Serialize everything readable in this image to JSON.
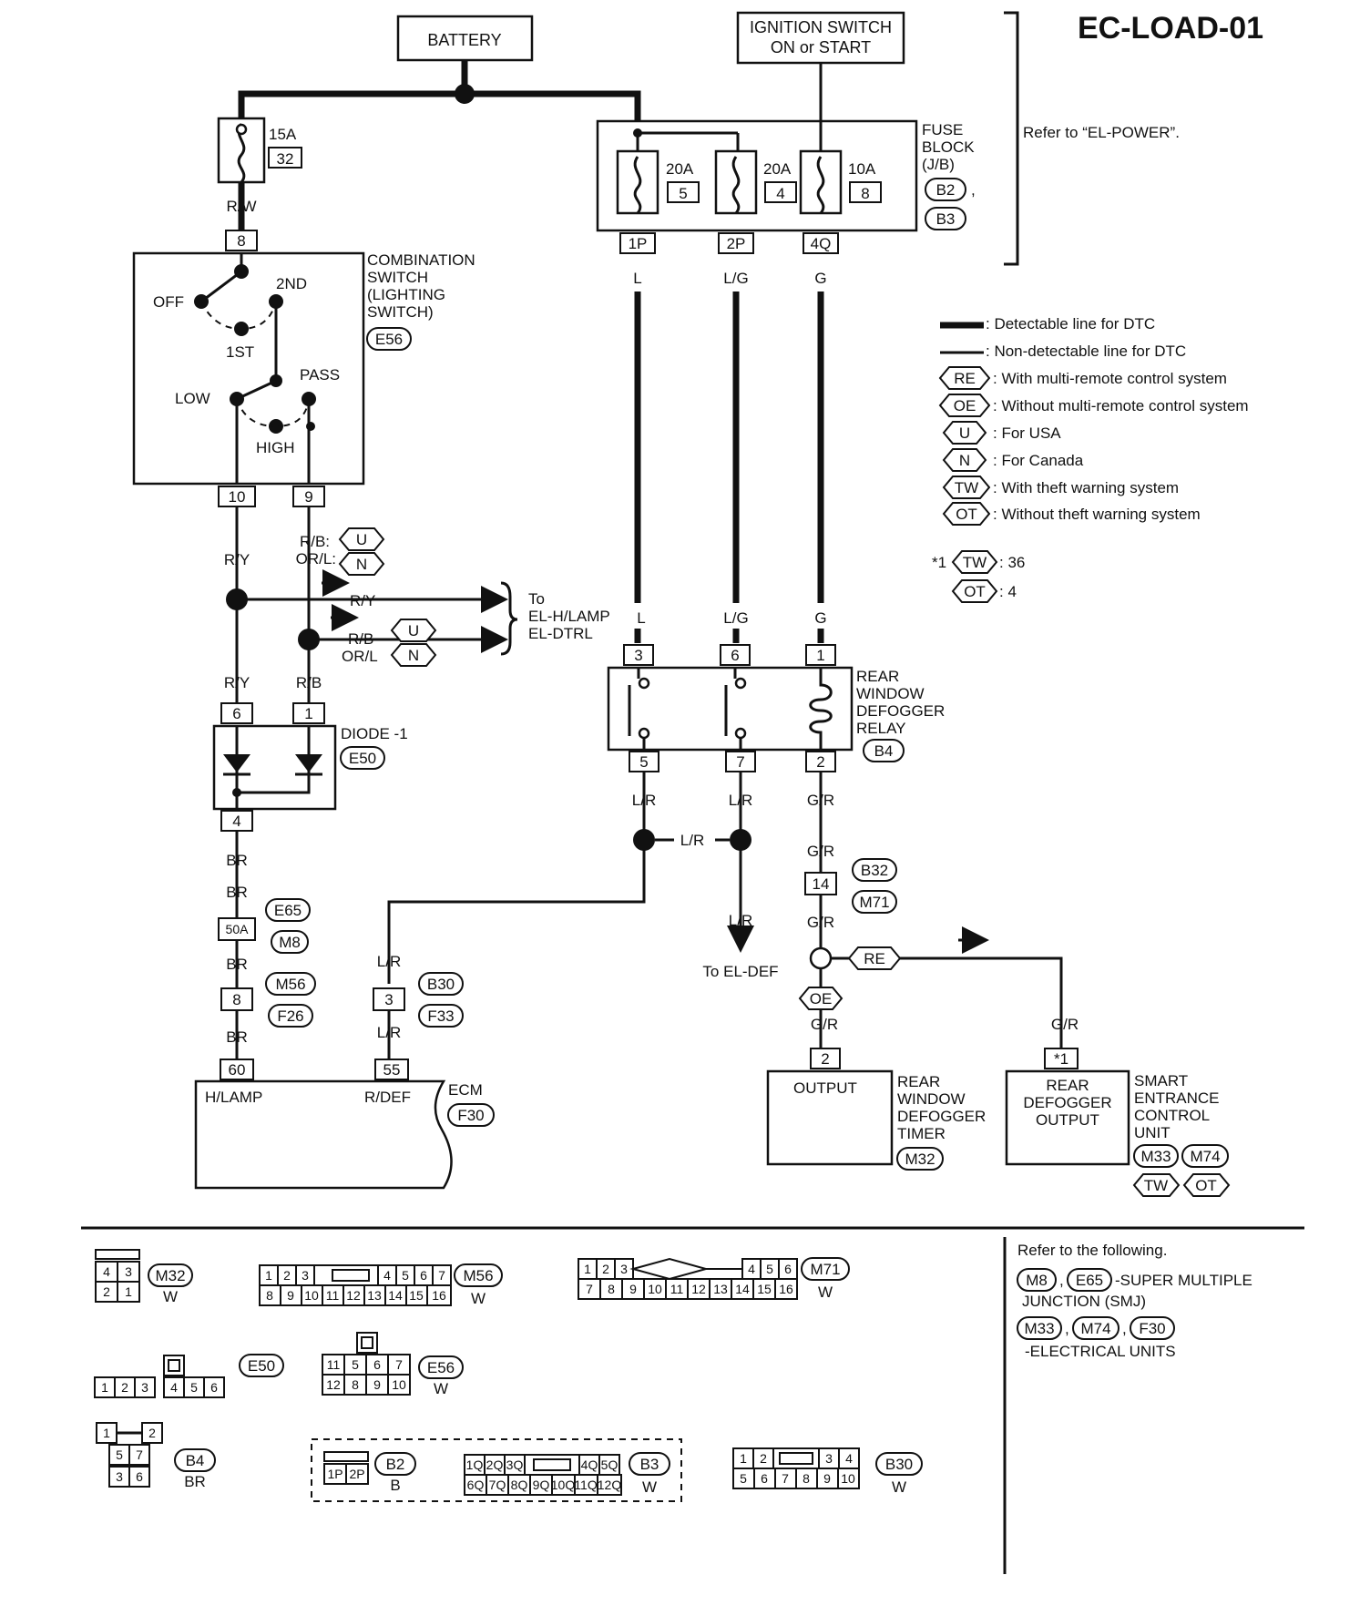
{
  "title": "EC-LOAD-01",
  "battery": "BATTERY",
  "ignition": {
    "line1": "IGNITION SWITCH",
    "line2": "ON or START"
  },
  "refer_power": "Refer to “EL-POWER”.",
  "fuse_block": {
    "line1": "FUSE",
    "line2": "BLOCK",
    "line3": "(J/B)",
    "conn1": "B2",
    "comma": ",",
    "conn2": "B3"
  },
  "fuse_15a": {
    "rating": "15A",
    "num": "32"
  },
  "fuses": [
    {
      "rating": "20A",
      "num": "5",
      "pin": "1P",
      "wire": "L"
    },
    {
      "rating": "20A",
      "num": "4",
      "pin": "2P",
      "wire": "L/G"
    },
    {
      "rating": "10A",
      "num": "8",
      "pin": "4Q",
      "wire": "G"
    }
  ],
  "combo_switch": {
    "line1": "COMBINATION",
    "line2": "SWITCH",
    "line3": "(LIGHTING",
    "line4": "SWITCH)",
    "conn": "E56",
    "pos_off": "OFF",
    "pos_1st": "1ST",
    "pos_2nd": "2ND",
    "pos_pass": "PASS",
    "pos_low": "LOW",
    "pos_high": "HIGH",
    "pin_top": "8",
    "pin_left": "10",
    "pin_right": "9"
  },
  "wires": {
    "rw": "R/W",
    "ry": "R/Y",
    "rb_colon": "R/B:",
    "orl_colon": "OR/L:",
    "rb": "R/B",
    "orl": "OR/L",
    "br": "BR",
    "l": "L",
    "lg": "L/G",
    "g": "G",
    "lr": "L/R",
    "gr": "G/R"
  },
  "to_el": {
    "line1": "To",
    "line2": "EL-H/LAMP",
    "line3": "EL-DTRL"
  },
  "relay": {
    "line1": "REAR",
    "line2": "WINDOW",
    "line3": "DEFOGGER",
    "line4": "RELAY",
    "conn": "B4",
    "pins_top": [
      "3",
      "6",
      "1"
    ],
    "pins_bottom": [
      "5",
      "7",
      "2"
    ]
  },
  "diode": {
    "name": "DIODE -1",
    "conn": "E50",
    "pin_a": "6",
    "pin_b": "1",
    "pin_out": "4"
  },
  "smj": {
    "pin": "50A",
    "conn_a": "E65",
    "conn_b": "M8"
  },
  "jc_8": {
    "pin": "8",
    "conn_a": "M56",
    "conn_b": "F26"
  },
  "jc_3": {
    "pin": "3",
    "conn_a": "B30",
    "conn_b": "F33"
  },
  "jc_14": {
    "pin": "14",
    "conn_a": "B32",
    "conn_b": "M71"
  },
  "ecm": {
    "name": "ECM",
    "conn": "F30",
    "pin_hlamp": "60",
    "label_hlamp": "H/LAMP",
    "pin_rdef": "55",
    "label_rdef": "R/DEF"
  },
  "to_el_def": "To EL-DEF",
  "timer": {
    "pin": "2",
    "out": "OUTPUT",
    "line1": "REAR",
    "line2": "WINDOW",
    "line3": "DEFOGGER",
    "line4": "TIMER",
    "conn": "M32"
  },
  "smart_unit": {
    "pin": "*1",
    "line_a": "REAR",
    "line_b": "DEFOGGER",
    "line_c": "OUTPUT",
    "line1": "SMART",
    "line2": "ENTRANCE",
    "line3": "CONTROL",
    "line4": "UNIT",
    "conn1": "M33",
    "conn2": "M74",
    "tag1": "TW",
    "tag2": "OT"
  },
  "tags": {
    "re": "RE",
    "oe": "OE",
    "u": "U",
    "n": "N"
  },
  "legend": [
    {
      "sym": "",
      "text": ": Detectable line for DTC"
    },
    {
      "sym": "",
      "text": ": Non-detectable line for DTC"
    },
    {
      "sym": "RE",
      "text": ": With multi-remote control system"
    },
    {
      "sym": "OE",
      "text": ": Without multi-remote control system"
    },
    {
      "sym": "U",
      "text": ": For USA"
    },
    {
      "sym": "N",
      "text": ": For Canada"
    },
    {
      "sym": "TW",
      "text": ": With theft warning system"
    },
    {
      "sym": "OT",
      "text": ": Without theft warning system"
    }
  ],
  "footnote": {
    "star": "*1",
    "tw": "TW",
    "tw_val": ": 36",
    "ot": "OT",
    "ot_val": ": 4"
  },
  "refer_bottom": {
    "line1": "Refer to the following.",
    "c1": "M8",
    "sep1": ",",
    "c2": "E65",
    "line2": "-SUPER MULTIPLE",
    "line3": "JUNCTION (SMJ)",
    "c3": "M33",
    "sep2": ",",
    "c4": "M74",
    "sep3": ",",
    "c5": "F30",
    "line4": "-ELECTRICAL UNITS"
  },
  "connectors": {
    "m32": {
      "top": [
        "4",
        "3"
      ],
      "bottom": [
        "2",
        "1"
      ],
      "id": "M32",
      "color": "W"
    },
    "m56": {
      "top": [
        "1",
        "2",
        "3",
        "4",
        "5",
        "6",
        "7"
      ],
      "bottom": [
        "8",
        "9",
        "10",
        "11",
        "12",
        "13",
        "14",
        "15",
        "16"
      ],
      "id": "M56",
      "color": "W"
    },
    "m71": {
      "top": [
        "1",
        "2",
        "3",
        "4",
        "5",
        "6"
      ],
      "bottom": [
        "7",
        "8",
        "9",
        "10",
        "11",
        "12",
        "13",
        "14",
        "15",
        "16"
      ],
      "id": "M71",
      "color": "W"
    },
    "e50": {
      "pins": [
        "1",
        "2",
        "3",
        "4",
        "5",
        "6"
      ],
      "id": "E50"
    },
    "e56": {
      "top": [
        "11",
        "5",
        "6",
        "7"
      ],
      "bottom": [
        "12",
        "8",
        "9",
        "10"
      ],
      "id": "E56",
      "color": "W"
    },
    "b4": {
      "top": [
        "1",
        "2"
      ],
      "mid": [
        "5",
        "7"
      ],
      "bottom": [
        "3",
        "6"
      ],
      "id": "B4",
      "color": "BR"
    },
    "b2": {
      "pins": [
        "1P",
        "2P"
      ],
      "id": "B2",
      "color": "B"
    },
    "b3": {
      "top": [
        "1Q",
        "2Q",
        "3Q",
        "4Q",
        "5Q"
      ],
      "bottom": [
        "6Q",
        "7Q",
        "8Q",
        "9Q",
        "10Q",
        "11Q",
        "12Q"
      ],
      "id": "B3",
      "color": "W"
    },
    "b30": {
      "top": [
        "1",
        "2",
        "3",
        "4"
      ],
      "bottom": [
        "5",
        "6",
        "7",
        "8",
        "9",
        "10"
      ],
      "id": "B30",
      "color": "W"
    }
  }
}
